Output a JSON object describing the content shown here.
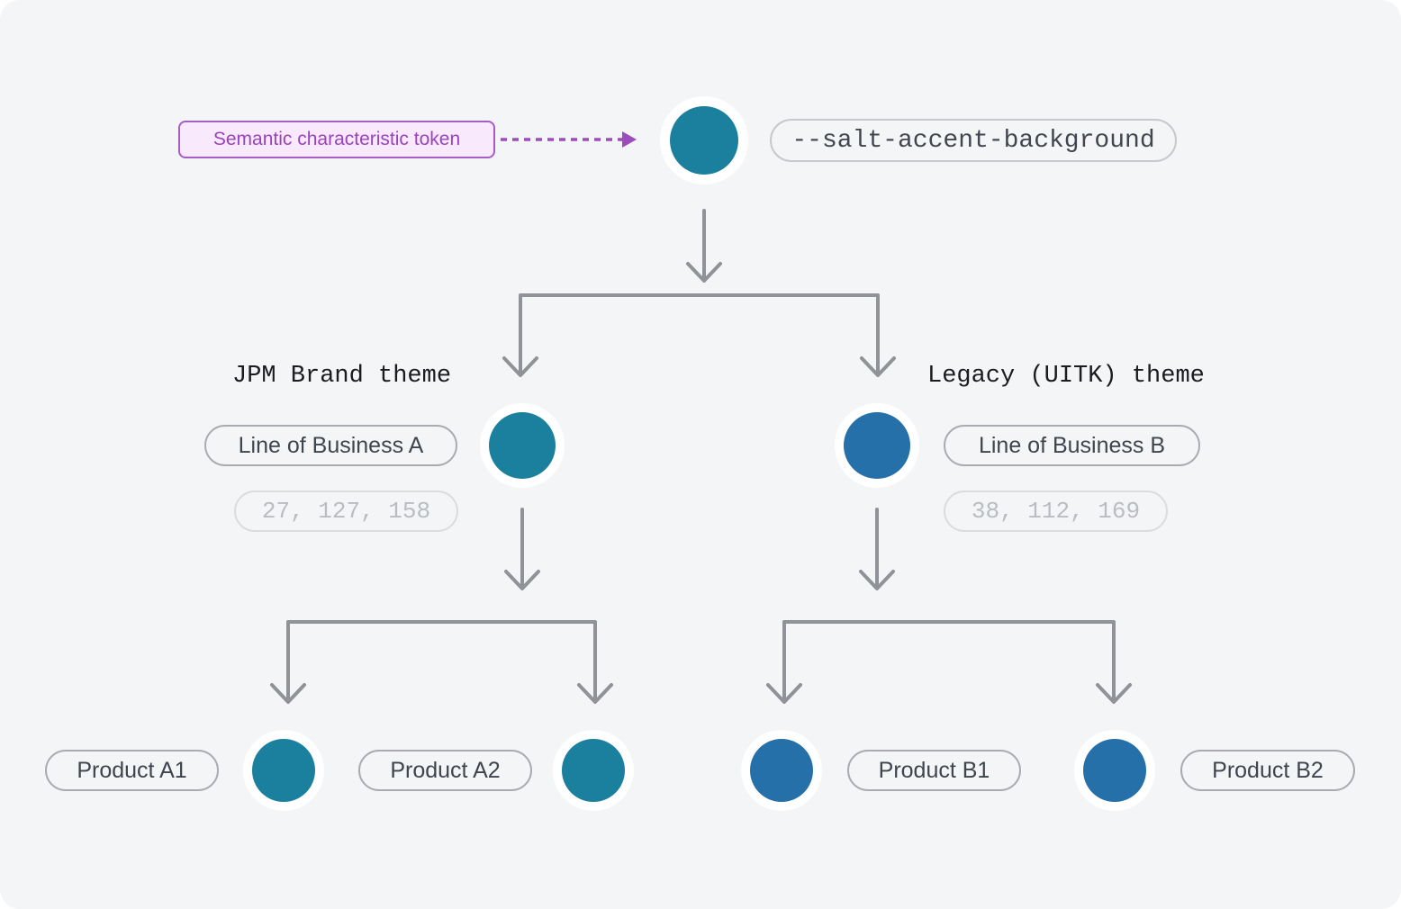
{
  "diagram": {
    "annotation": {
      "label": "Semantic characteristic token"
    },
    "root": {
      "token": "--salt-accent-background"
    },
    "branches": [
      {
        "theme_label": "JPM Brand theme",
        "node_label": "Line of Business A",
        "rgb_label": "27, 127, 158",
        "color": "#1b7f9e",
        "products": [
          "Product A1",
          "Product A2"
        ]
      },
      {
        "theme_label": "Legacy (UITK) theme",
        "node_label": "Line of Business B",
        "rgb_label": "38, 112, 169",
        "color": "#2670a9",
        "products": [
          "Product B1",
          "Product B2"
        ]
      }
    ],
    "colors": {
      "accent_teal": "#1b7f9e",
      "legacy_blue": "#2670a9",
      "annotation_purple": "#9b4dbb",
      "arrow_gray": "#8f9297",
      "canvas_background": "#f4f5f7"
    }
  }
}
